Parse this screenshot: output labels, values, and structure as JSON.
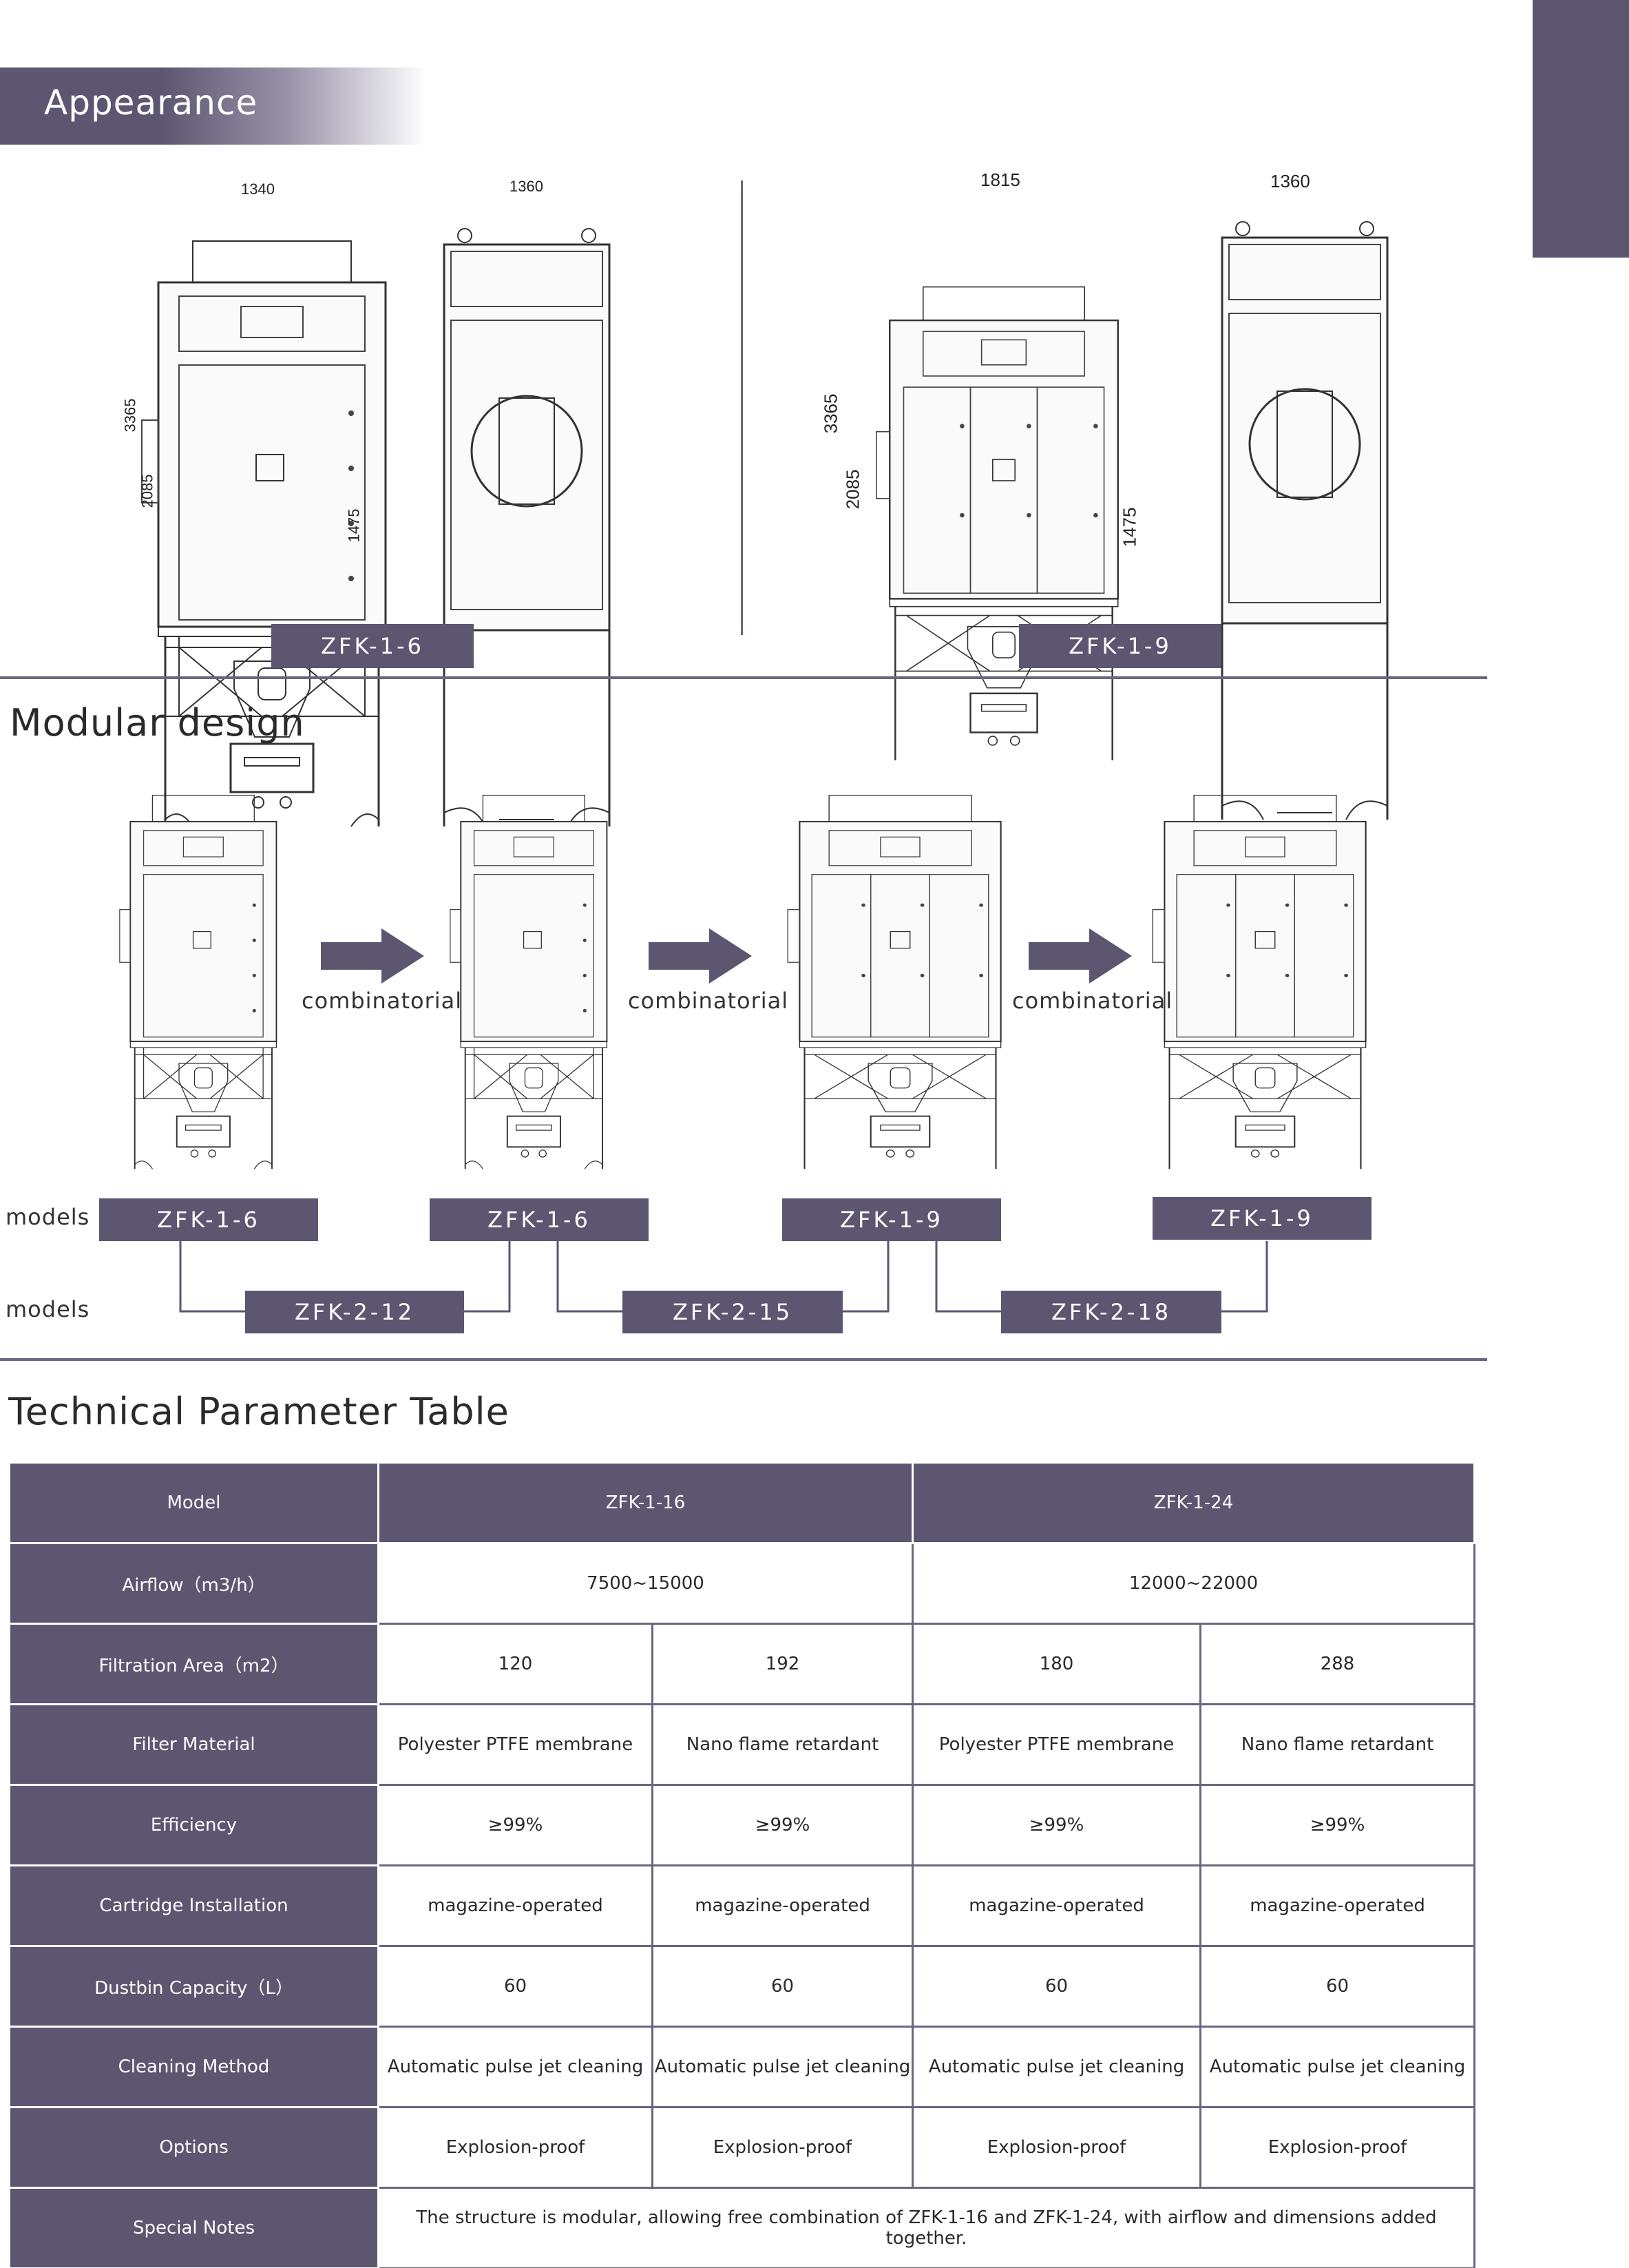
{
  "sections": {
    "appearance": "Appearance",
    "modular": "Modular design",
    "table": "Technical Parameter Table"
  },
  "appearance": {
    "left_pair": {
      "front_width": "1340",
      "side_width": "1360",
      "total_height": "3365",
      "inlet_height": "2085",
      "frame_height": "1475",
      "model": "ZFK-1-6"
    },
    "right_pair": {
      "front_width": "1815",
      "side_width": "1360",
      "total_height": "3365",
      "inlet_height": "2085",
      "frame_height": "1475",
      "model": "ZFK-1-9"
    }
  },
  "modular": {
    "arrow_words": [
      "combinatorial",
      "combinatorial",
      "combinatorial"
    ],
    "row_label_1": "models",
    "row_label_2": "models",
    "top_models": [
      "ZFK-1-6",
      "ZFK-1-6",
      "ZFK-1-9",
      "ZFK-1-9"
    ],
    "combined_models": [
      "ZFK-2-12",
      "ZFK-2-15",
      "ZFK-2-18"
    ]
  },
  "table": {
    "header": {
      "label": "Model",
      "col_a": "ZFK-1-16",
      "col_b": "ZFK-1-24"
    },
    "airflow": {
      "label": "Airflow（m3/h）",
      "a": "7500~15000",
      "b": "12000~22000"
    },
    "rows": [
      {
        "label": "Filtration Area（m2）",
        "values": [
          "120",
          "192",
          "180",
          "288"
        ]
      },
      {
        "label": "Filter Material",
        "values": [
          "Polyester PTFE membrane",
          "Nano flame retardant",
          "Polyester PTFE membrane",
          "Nano flame retardant"
        ]
      },
      {
        "label": "Efficiency",
        "values": [
          "≥99%",
          "≥99%",
          "≥99%",
          "≥99%"
        ]
      },
      {
        "label": "Cartridge Installation",
        "values": [
          "magazine-operated",
          "magazine-operated",
          "magazine-operated",
          "magazine-operated"
        ]
      },
      {
        "label": "Dustbin Capacity（L）",
        "values": [
          "60",
          "60",
          "60",
          "60"
        ]
      },
      {
        "label": "Cleaning Method",
        "values": [
          "Automatic pulse jet cleaning",
          "Automatic pulse jet cleaning",
          "Automatic pulse jet cleaning",
          "Automatic pulse jet cleaning"
        ]
      },
      {
        "label": "Options",
        "values": [
          "Explosion-proof",
          "Explosion-proof",
          "Explosion-proof",
          "Explosion-proof"
        ]
      }
    ],
    "notes": {
      "label": "Special Notes",
      "text": "The structure is modular, allowing free combination of ZFK-1-16 and ZFK-1-24, with airflow and dimensions added together."
    }
  }
}
